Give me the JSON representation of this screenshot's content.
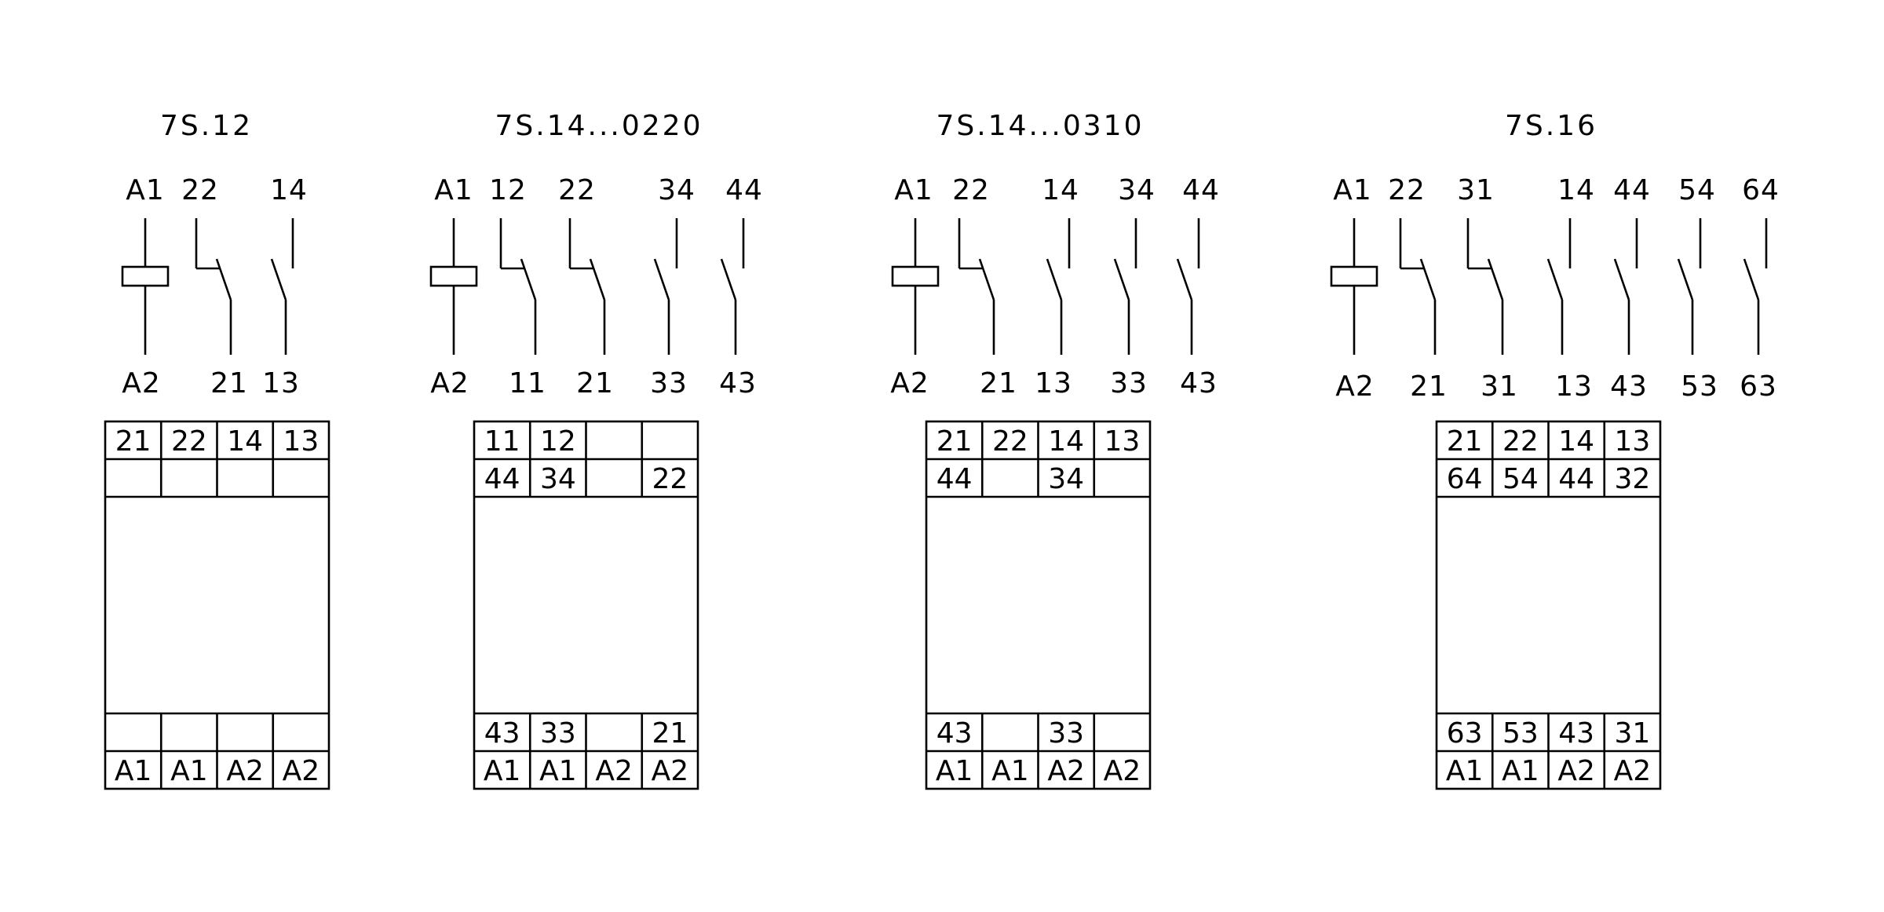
{
  "relays": [
    {
      "model": "7S.12",
      "top_terminals": [
        "A1",
        "22",
        "14"
      ],
      "bottom_terminals": [
        "A2",
        "21",
        "13"
      ],
      "grid": {
        "top": [
          [
            "21",
            "22",
            "14",
            "13"
          ],
          [
            "",
            "",
            "",
            ""
          ]
        ],
        "bottom": [
          [
            "",
            "",
            "",
            ""
          ],
          [
            "A1",
            "A1",
            "A2",
            "A2"
          ]
        ]
      }
    },
    {
      "model": "7S.14...0220",
      "top_terminals": [
        "A1",
        "12",
        "22",
        "34",
        "44"
      ],
      "bottom_terminals": [
        "A2",
        "11",
        "21",
        "33",
        "43"
      ],
      "grid": {
        "top": [
          [
            "11",
            "12",
            "",
            ""
          ],
          [
            "44",
            "34",
            "",
            "22"
          ]
        ],
        "bottom": [
          [
            "43",
            "33",
            "",
            "21"
          ],
          [
            "A1",
            "A1",
            "A2",
            "A2"
          ]
        ]
      }
    },
    {
      "model": "7S.14...0310",
      "top_terminals": [
        "A1",
        "22",
        "14",
        "34",
        "44"
      ],
      "bottom_terminals": [
        "A2",
        "21",
        "13",
        "33",
        "43"
      ],
      "grid": {
        "top": [
          [
            "21",
            "22",
            "14",
            "13"
          ],
          [
            "44",
            "",
            "34",
            ""
          ]
        ],
        "bottom": [
          [
            "43",
            "",
            "33",
            ""
          ],
          [
            "A1",
            "A1",
            "A2",
            "A2"
          ]
        ]
      }
    },
    {
      "model": "7S.16",
      "top_terminals": [
        "A1",
        "22",
        "31",
        "14",
        "44",
        "54",
        "64"
      ],
      "bottom_terminals": [
        "A2",
        "21",
        "31",
        "13",
        "43",
        "53",
        "63"
      ],
      "grid": {
        "top": [
          [
            "21",
            "22",
            "14",
            "13"
          ],
          [
            "64",
            "54",
            "44",
            "32"
          ]
        ],
        "bottom": [
          [
            "63",
            "53",
            "43",
            "31"
          ],
          [
            "A1",
            "A1",
            "A2",
            "A2"
          ]
        ]
      }
    }
  ]
}
